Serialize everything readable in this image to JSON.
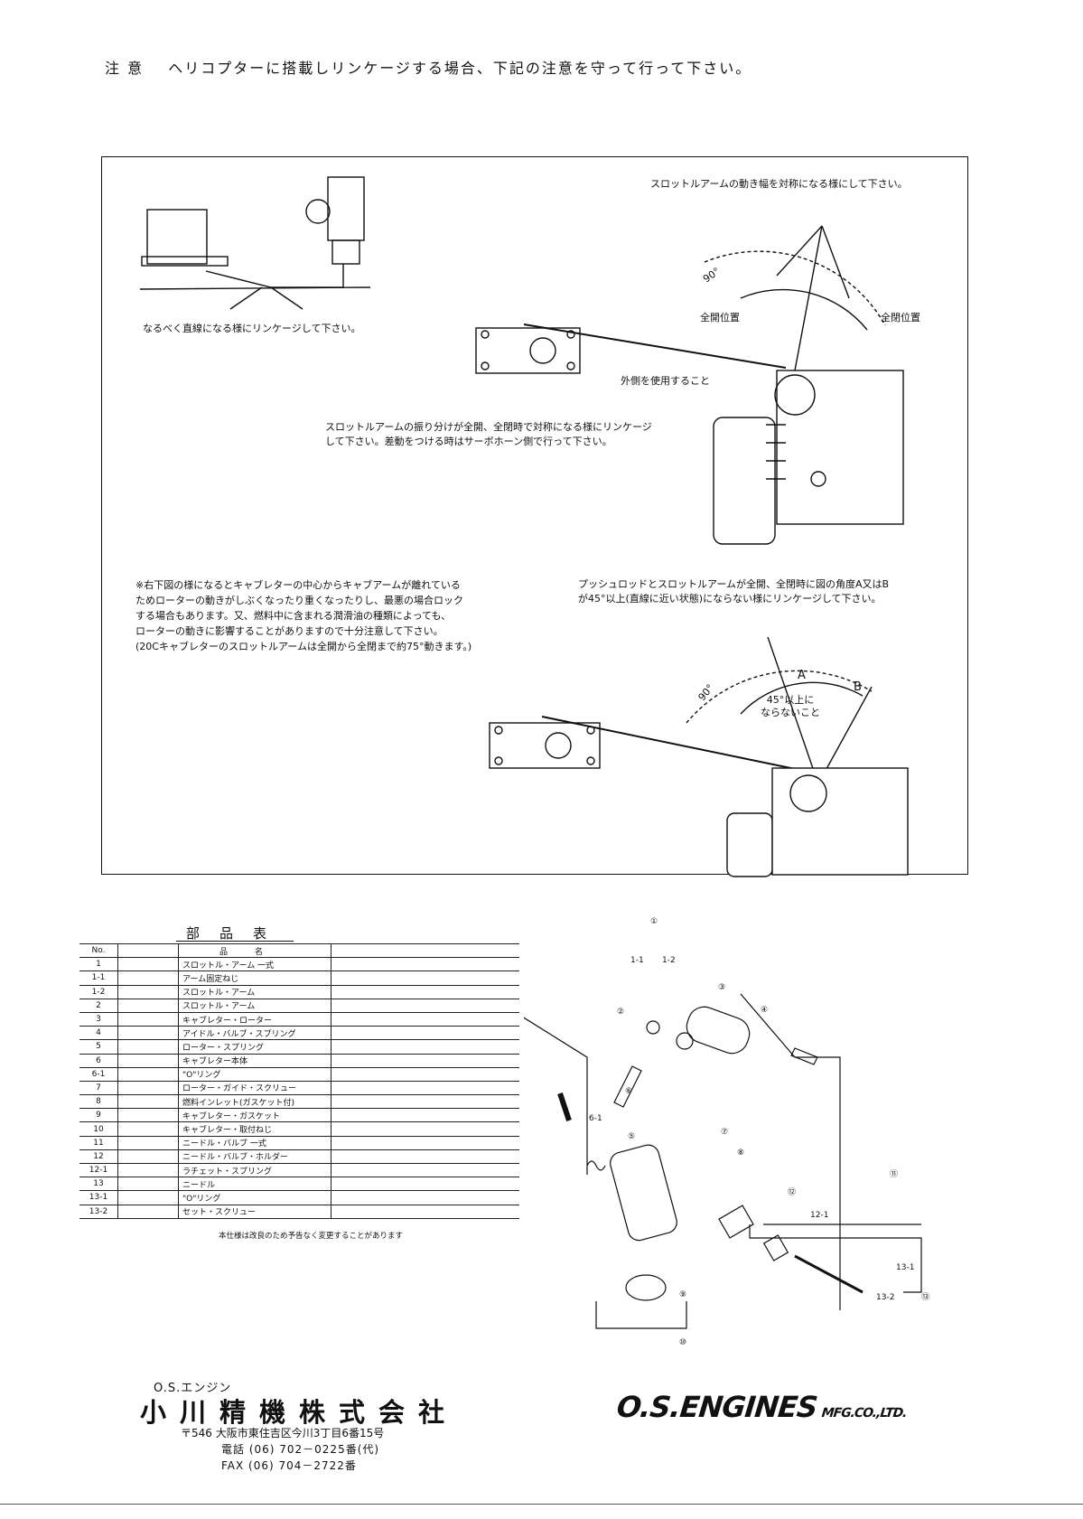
{
  "heading": {
    "label": "注 意",
    "text": "ヘリコプターに搭載しリンケージする場合、下記の注意を守って行って下さい。"
  },
  "diagram": {
    "note_straight": "なるべく直線になる様にリンケージして下さい。",
    "note_symmetric": "スロットルアームの動き幅を対称になる様にして下さい。",
    "note_split_1": "スロットルアームの振り分けが全開、全閉時で対称になる様にリンケージ",
    "note_split_2": "して下さい。差動をつける時はサーボホーン側で行って下さい。",
    "label_full_open": "全開位置",
    "label_full_close": "全閉位置",
    "label_outer": "外側を使用すること",
    "label_90": "90°",
    "label_A": "A",
    "label_B": "B",
    "label_45_1": "45°以上に",
    "label_45_2": "ならないこと",
    "warning": [
      "※右下図の様になるとキャブレターの中心からキャブアームが離れている",
      "ためローターの動きがしぶくなったり重くなったりし、最悪の場合ロック",
      "する場合もあります。又、燃料中に含まれる潤滑油の種類によっても、",
      "ローターの動きに影響することがありますので十分注意して下さい。",
      "(20Cキャブレターのスロットルアームは全開から全閉まで約75°動きます。)"
    ],
    "angle_note_1": "プッシュロッドとスロットルアームが全開、全閉時に図の角度A又はB",
    "angle_note_2": "が45°以上(直線に近い状態)にならない様にリンケージして下さい。"
  },
  "parts": {
    "title": "部品表",
    "col_no": "No.",
    "col_name": "品名",
    "rows": [
      {
        "no": "1",
        "name": "スロットル・アーム 一式"
      },
      {
        "no": "1-1",
        "name": "アーム固定ねじ"
      },
      {
        "no": "1-2",
        "name": "スロットル・アーム"
      },
      {
        "no": "2",
        "name": "スロットル・アーム"
      },
      {
        "no": "3",
        "name": "キャブレター・ローター"
      },
      {
        "no": "4",
        "name": "アイドル・バルブ・スプリング"
      },
      {
        "no": "5",
        "name": "ローター・スプリング"
      },
      {
        "no": "6",
        "name": "キャブレター本体"
      },
      {
        "no": "6-1",
        "name": "\"O\"リング"
      },
      {
        "no": "7",
        "name": "ローター・ガイド・スクリュー"
      },
      {
        "no": "8",
        "name": "燃料インレット(ガスケット付)"
      },
      {
        "no": "9",
        "name": "キャブレター・ガスケット"
      },
      {
        "no": "10",
        "name": "キャブレター・取付ねじ"
      },
      {
        "no": "11",
        "name": "ニードル・バルブ 一式"
      },
      {
        "no": "12",
        "name": "ニードル・バルブ・ホルダー"
      },
      {
        "no": "12-1",
        "name": "ラチェット・スプリング"
      },
      {
        "no": "13",
        "name": "ニードル"
      },
      {
        "no": "13-1",
        "name": "\"O\"リング"
      },
      {
        "no": "13-2",
        "name": "セット・スクリュー"
      }
    ],
    "note": "本仕様は改良のため予告なく変更することがあります"
  },
  "exploded": {
    "callouts": [
      "①",
      "1-1",
      "1-2",
      "②",
      "③",
      "④",
      "⑥",
      "6-1",
      "⑤",
      "⑦",
      "⑧",
      "⑪",
      "⑫",
      "12-1",
      "13-1",
      "13-2",
      "⑬",
      "⑨",
      "⑩"
    ]
  },
  "company": {
    "sub": "O.S.エンジン",
    "name": "小川精機株式会社",
    "address": "〒546 大阪市東住吉区今川3丁目6番15号",
    "tel": "電話 (06) 702－0225番(代)",
    "fax": "FAX (06) 704－2722番",
    "brand": "O.S.ENGINES",
    "brand_sub": "MFG.CO.,LTD."
  }
}
